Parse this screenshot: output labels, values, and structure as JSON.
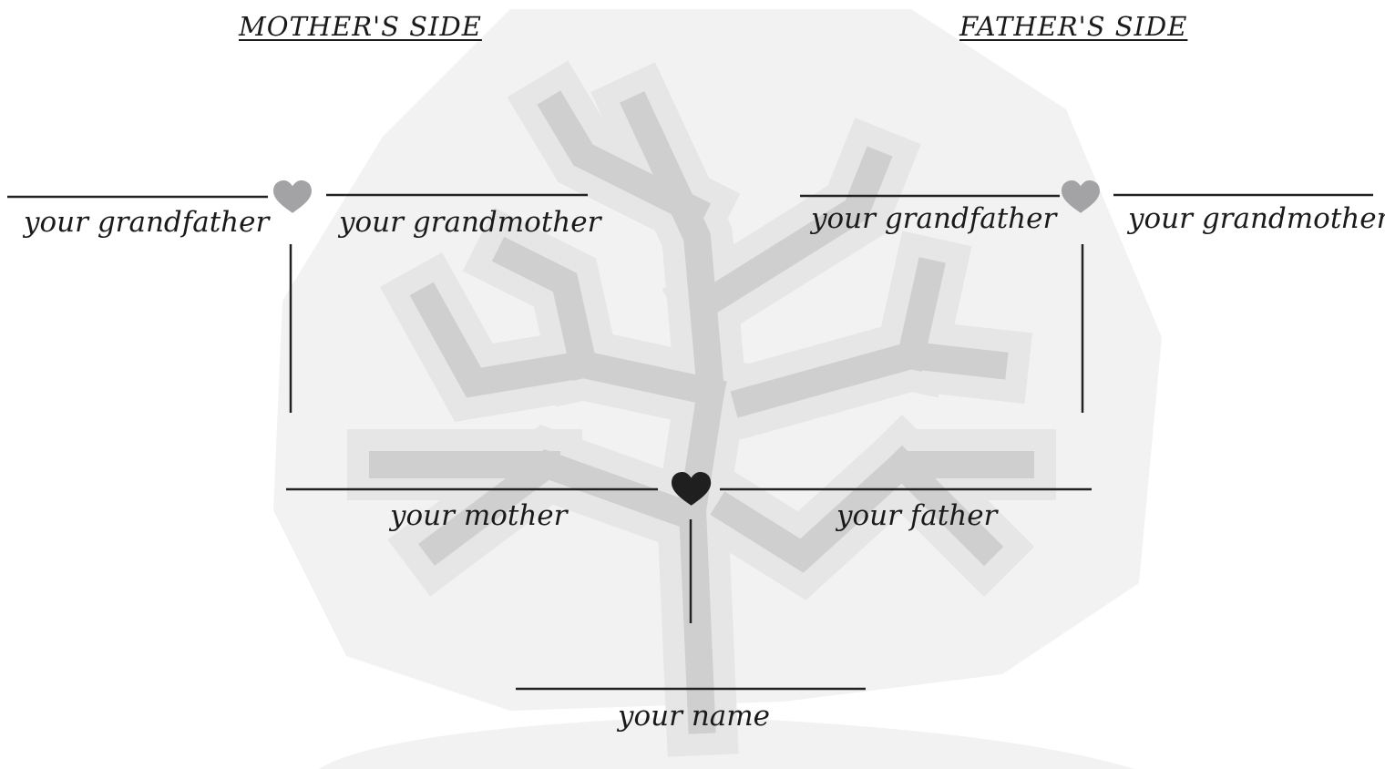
{
  "headers": {
    "mother_side": "MOTHER'S SIDE",
    "father_side": "FATHER'S SIDE"
  },
  "labels": {
    "maternal_grandfather": "your grandfather",
    "maternal_grandmother": "your grandmother",
    "paternal_grandfather": "your grandfather",
    "paternal_grandmother": "your grandmother",
    "mother": "your mother",
    "father": "your father",
    "self": "your name"
  },
  "colors": {
    "text": "#1a1a1a",
    "line": "#222222",
    "tree_fill": "#cfcfcf",
    "tree_halo": "#e6e6e6",
    "background_blob": "#f2f2f2",
    "heart_grey": "#a3a3a6",
    "heart_dark": "#1f1f1f"
  },
  "icons": [
    "heart-icon",
    "tree-illustration"
  ]
}
